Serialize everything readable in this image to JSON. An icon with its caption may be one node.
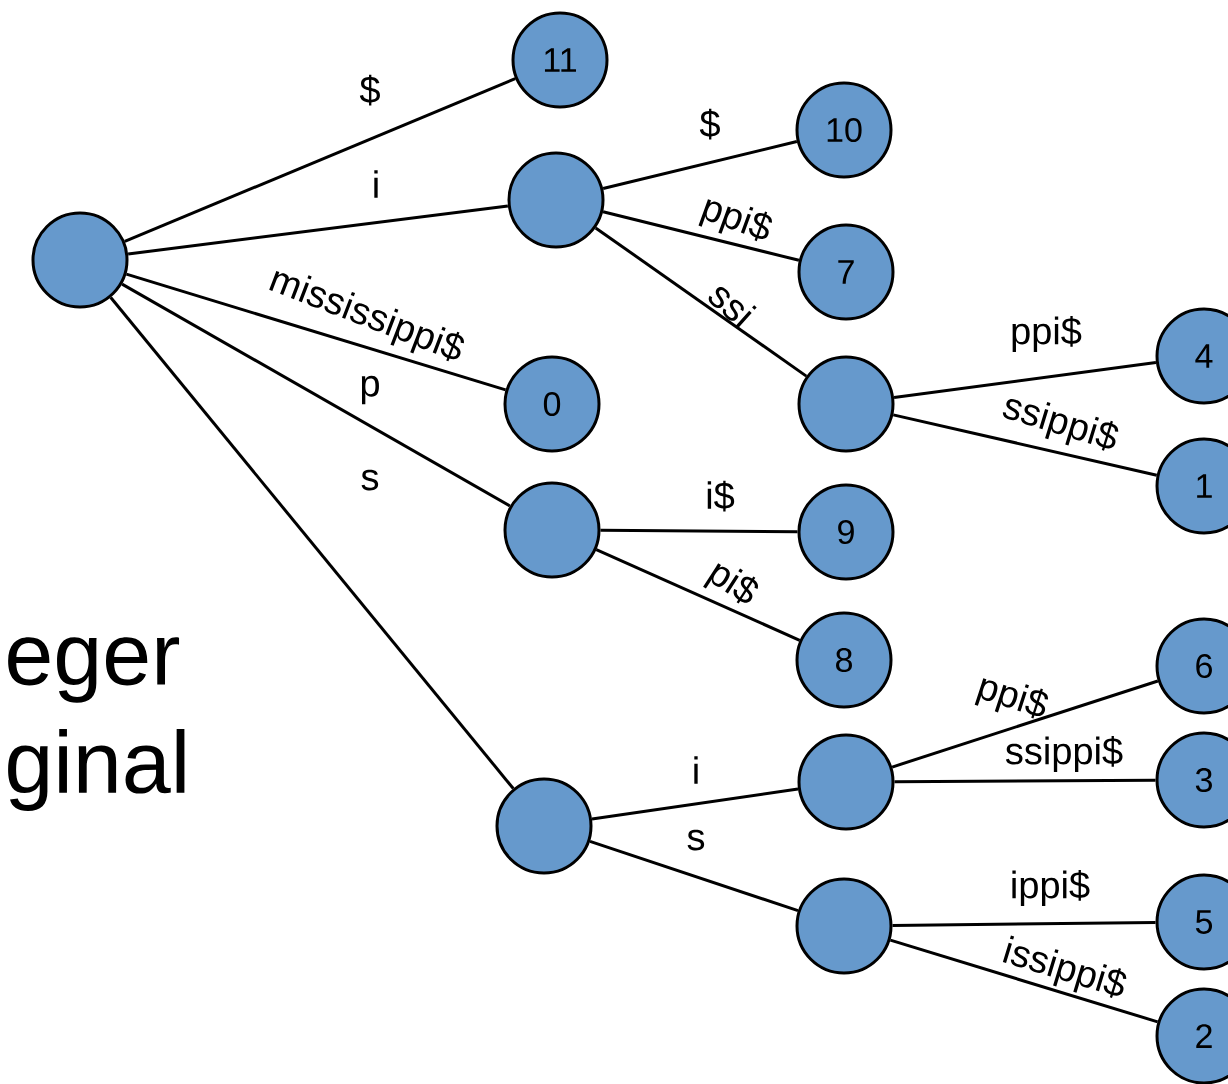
{
  "diagram": {
    "nodes": [
      {
        "text": [],
        "shape": "circle"
      },
      {
        "text": [
          "11"
        ]
      },
      {
        "text": [],
        "shape": "circle"
      },
      {
        "text": [
          "0"
        ]
      },
      {
        "text": [],
        "shape": "circle"
      },
      {
        "text": [],
        "shape": "circle"
      },
      {
        "text": [
          "10"
        ]
      },
      {
        "text": [
          "7"
        ]
      },
      {
        "text": [],
        "shape": "circle"
      },
      {
        "text": [
          "9"
        ]
      },
      {
        "text": [
          "8"
        ]
      },
      {
        "text": [],
        "shape": "circle"
      },
      {
        "text": [],
        "shape": "circle"
      },
      {
        "text": [
          "4"
        ]
      },
      {
        "text": [
          "1"
        ]
      },
      {
        "text": [
          "6"
        ]
      },
      {
        "text": [
          "3"
        ]
      },
      {
        "text": [
          "5"
        ]
      },
      {
        "text": [
          "2"
        ]
      }
    ],
    "edges": [
      {
        "from": 0,
        "to": 1,
        "arrow": "none",
        "label": "$"
      },
      {
        "from": 0,
        "to": 2,
        "arrow": "none",
        "label": "i"
      },
      {
        "from": 0,
        "to": 3,
        "arrow": "none",
        "label": "mississippi$"
      },
      {
        "from": 0,
        "to": 4,
        "arrow": "none",
        "label": "p"
      },
      {
        "from": 0,
        "to": 5,
        "arrow": "none",
        "label": "s"
      },
      {
        "from": 2,
        "to": 6,
        "arrow": "none",
        "label": "$"
      },
      {
        "from": 2,
        "to": 7,
        "arrow": "none",
        "label": "ppi$"
      },
      {
        "from": 2,
        "to": 8,
        "arrow": "none",
        "label": "ssi"
      },
      {
        "from": 8,
        "to": 13,
        "arrow": "none",
        "label": "ppi$"
      },
      {
        "from": 8,
        "to": 14,
        "arrow": "none",
        "label": "ssippi$"
      },
      {
        "from": 4,
        "to": 9,
        "arrow": "none",
        "label": "i$"
      },
      {
        "from": 4,
        "to": 10,
        "arrow": "none",
        "label": "pi$"
      },
      {
        "from": 5,
        "to": 11,
        "arrow": "none",
        "label": "i"
      },
      {
        "from": 5,
        "to": 12,
        "arrow": "none",
        "label": "s"
      },
      {
        "from": 11,
        "to": 15,
        "arrow": "none",
        "label": "ppi$"
      },
      {
        "from": 11,
        "to": 16,
        "arrow": "none",
        "label": "ssippi$"
      },
      {
        "from": 12,
        "to": 17,
        "arrow": "none",
        "label": "ippi$"
      },
      {
        "from": 12,
        "to": 18,
        "arrow": "none",
        "label": "issippi$"
      }
    ],
    "labels": [
      "eger",
      "ginal"
    ]
  }
}
